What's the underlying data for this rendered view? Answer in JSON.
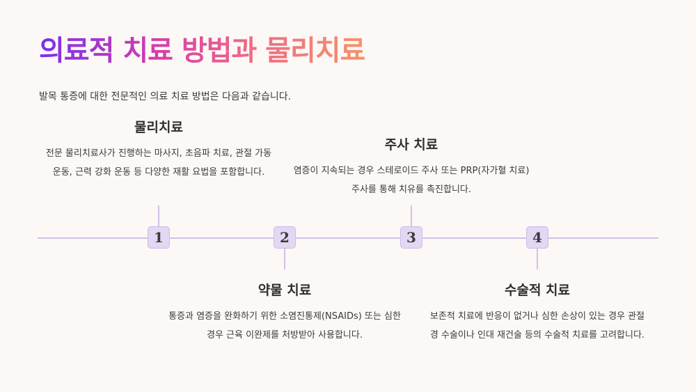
{
  "title": "의료적 치료 방법과 물리치료",
  "subtitle": "발목 통증에 대한 전문적인 의료 치료 방법은 다음과 같습니다.",
  "steps": [
    {
      "number": "1",
      "heading": "물리치료",
      "description": "전문 물리치료사가 진행하는 마사지, 초음파 치료, 관절 가동 운동, 근력 강화 운동 등 다양한 재활 요법을 포함합니다."
    },
    {
      "number": "2",
      "heading": "약물 치료",
      "description": "통증과 염증을 완화하기 위한 소염진통제(NSAIDs) 또는 심한 경우 근육 이완제를 처방받아 사용합니다."
    },
    {
      "number": "3",
      "heading": "주사 치료",
      "description": "염증이 지속되는 경우 스테로이드 주사 또는 PRP(자가혈 치료) 주사를 통해 치유를 촉진합니다."
    },
    {
      "number": "4",
      "heading": "수술적 치료",
      "description": "보존적 치료에 반응이 없거나 심한 손상이 있는 경우 관절경 수술이나 인대 재건술 등의 수술적 치료를 고려합니다."
    }
  ]
}
